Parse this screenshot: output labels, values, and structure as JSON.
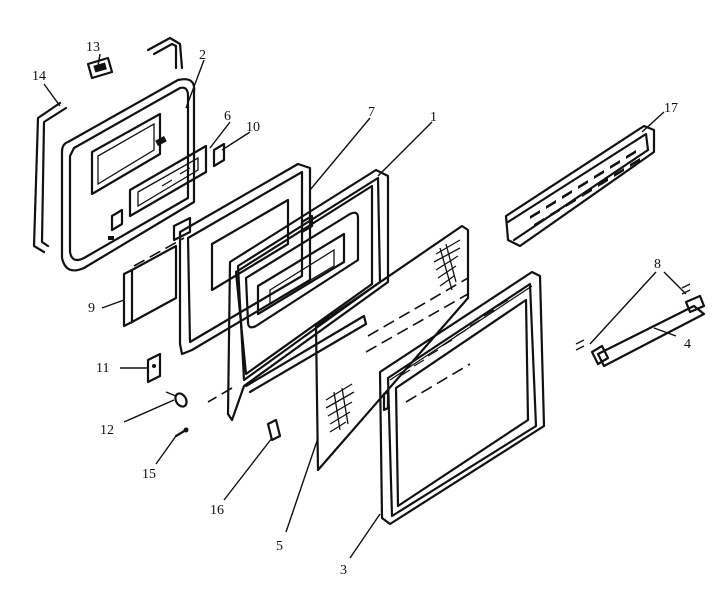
{
  "callouts": {
    "n1": "1",
    "n2": "2",
    "n3": "3",
    "n4": "4",
    "n5": "5",
    "n6": "6",
    "n7": "7",
    "n8": "8",
    "n9": "9",
    "n10": "10",
    "n11": "11",
    "n12": "12",
    "n13": "13",
    "n14": "14",
    "n15": "15",
    "n16": "16",
    "n17": "17"
  },
  "colors": {
    "ink": "#111111",
    "paper": "#ffffff"
  }
}
